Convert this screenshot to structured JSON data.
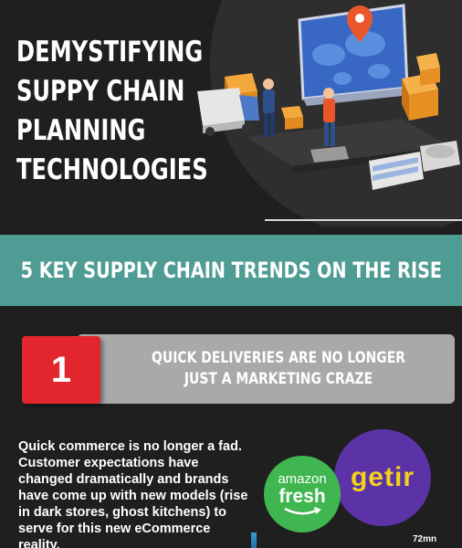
{
  "hero": {
    "title_lines": [
      "DEMYSTIFYING",
      "SUPPY CHAIN",
      "PLANNING",
      "TECHNOLOGIES"
    ]
  },
  "banner": {
    "text": "5 KEY SUPPLY CHAIN TRENDS ON THE RISE"
  },
  "trend": {
    "number": "1",
    "text": "QUICK DELIVERIES ARE NO LONGER JUST A MARKETING CRAZE"
  },
  "body": {
    "paragraph": "Quick commerce is no longer a fad. Customer expectations have changed dramatically and brands have come up with new models (rise in dark stores, ghost kitchens) to serve for this new eCommerce reality."
  },
  "logos": {
    "amazon_line1": "amazon",
    "amazon_line2": "fresh",
    "getir": "getir"
  },
  "stat": {
    "value": "72mn"
  },
  "colors": {
    "background": "#1f1f1f",
    "banner": "#4f9c94",
    "number_box": "#e2262e",
    "trend_bar": "#a9a9a9",
    "amazon_green": "#3fb64f",
    "getir_purple": "#5b33a7",
    "getir_yellow": "#f2d21c"
  },
  "icons": [
    "map-pin-icon",
    "world-map-icon",
    "delivery-truck-icon",
    "cargo-box-icon",
    "freight-train-icon",
    "worker-icon"
  ]
}
